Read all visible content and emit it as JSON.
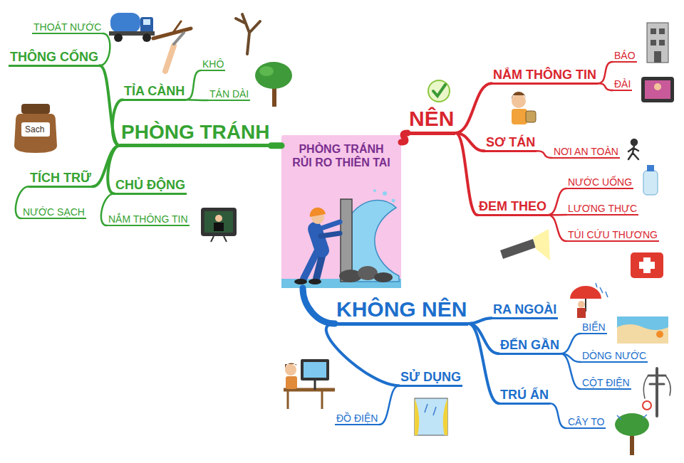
{
  "diagram": {
    "nodes": [
      {
        "text": [
          "PHÒNG TRÁNH RỦI RO THIÊN TAI"
        ]
      },
      {
        "text": [
          "PHÒNG TRÁNH"
        ]
      },
      {
        "text": [
          "THÔNG CỐNG"
        ]
      },
      {
        "text": [
          "THOÁT NƯỚC"
        ]
      },
      {
        "text": [
          "TỈA CÀNH"
        ]
      },
      {
        "text": [
          "KHÔ"
        ]
      },
      {
        "text": [
          "TÁN DÀI"
        ]
      },
      {
        "text": [
          "TÍCH TRỮ"
        ]
      },
      {
        "text": [
          "NƯỚC SẠCH"
        ]
      },
      {
        "text": [
          "CHỦ ĐỘNG"
        ]
      },
      {
        "text": [
          "NẮM THÔNG TIN"
        ]
      },
      {
        "text": [
          "NÊN"
        ]
      },
      {
        "text": [
          "NẮM THÔNG TIN"
        ]
      },
      {
        "text": [
          "BÁO"
        ]
      },
      {
        "text": [
          "ĐÀI"
        ]
      },
      {
        "text": [
          "SƠ TÁN"
        ]
      },
      {
        "text": [
          "NƠI AN TOÀN"
        ]
      },
      {
        "text": [
          "ĐEM THEO"
        ]
      },
      {
        "text": [
          "NƯỚC UỐNG"
        ]
      },
      {
        "text": [
          "LƯƠNG THỰC"
        ]
      },
      {
        "text": [
          "TÚI CỨU THƯƠNG"
        ]
      },
      {
        "text": [
          "KHÔNG NÊN"
        ]
      },
      {
        "text": [
          "RA NGOÀI"
        ]
      },
      {
        "text": [
          "ĐẾN GẦN"
        ]
      },
      {
        "text": [
          "BIỂN"
        ]
      },
      {
        "text": [
          "DÒNG NƯỚC"
        ]
      },
      {
        "text": [
          "CỘT ĐIỆN"
        ]
      },
      {
        "text": [
          "TRÚ ẨN"
        ]
      },
      {
        "text": [
          "CÂY TO"
        ]
      },
      {
        "text": [
          "SỬ DỤNG"
        ]
      },
      {
        "text": [
          "ĐỒ ĐIỆN"
        ]
      }
    ],
    "edges": [
      {
        "from": 0,
        "to": 1,
        "arrow": "none"
      },
      {
        "from": 1,
        "to": 2,
        "arrow": "none"
      },
      {
        "from": 2,
        "to": 3,
        "arrow": "none"
      },
      {
        "from": 1,
        "to": 4,
        "arrow": "none"
      },
      {
        "from": 4,
        "to": 5,
        "arrow": "none"
      },
      {
        "from": 4,
        "to": 6,
        "arrow": "none"
      },
      {
        "from": 1,
        "to": 7,
        "arrow": "none"
      },
      {
        "from": 7,
        "to": 8,
        "arrow": "none"
      },
      {
        "from": 1,
        "to": 9,
        "arrow": "none"
      },
      {
        "from": 9,
        "to": 10,
        "arrow": "none"
      },
      {
        "from": 0,
        "to": 11,
        "arrow": "none"
      },
      {
        "from": 11,
        "to": 12,
        "arrow": "none"
      },
      {
        "from": 12,
        "to": 13,
        "arrow": "none"
      },
      {
        "from": 12,
        "to": 14,
        "arrow": "none"
      },
      {
        "from": 11,
        "to": 15,
        "arrow": "none"
      },
      {
        "from": 15,
        "to": 16,
        "arrow": "none"
      },
      {
        "from": 11,
        "to": 17,
        "arrow": "none"
      },
      {
        "from": 17,
        "to": 18,
        "arrow": "none"
      },
      {
        "from": 17,
        "to": 19,
        "arrow": "none"
      },
      {
        "from": 17,
        "to": 20,
        "arrow": "none"
      },
      {
        "from": 0,
        "to": 21,
        "arrow": "none"
      },
      {
        "from": 21,
        "to": 22,
        "arrow": "none"
      },
      {
        "from": 21,
        "to": 23,
        "arrow": "none"
      },
      {
        "from": 23,
        "to": 24,
        "arrow": "none"
      },
      {
        "from": 23,
        "to": 25,
        "arrow": "none"
      },
      {
        "from": 23,
        "to": 26,
        "arrow": "none"
      },
      {
        "from": 21,
        "to": 27,
        "arrow": "none"
      },
      {
        "from": 27,
        "to": 28,
        "arrow": "none"
      },
      {
        "from": 21,
        "to": 29,
        "arrow": "none"
      },
      {
        "from": 29,
        "to": 30,
        "arrow": "none"
      }
    ],
    "labels": [
      "Sach"
    ]
  }
}
